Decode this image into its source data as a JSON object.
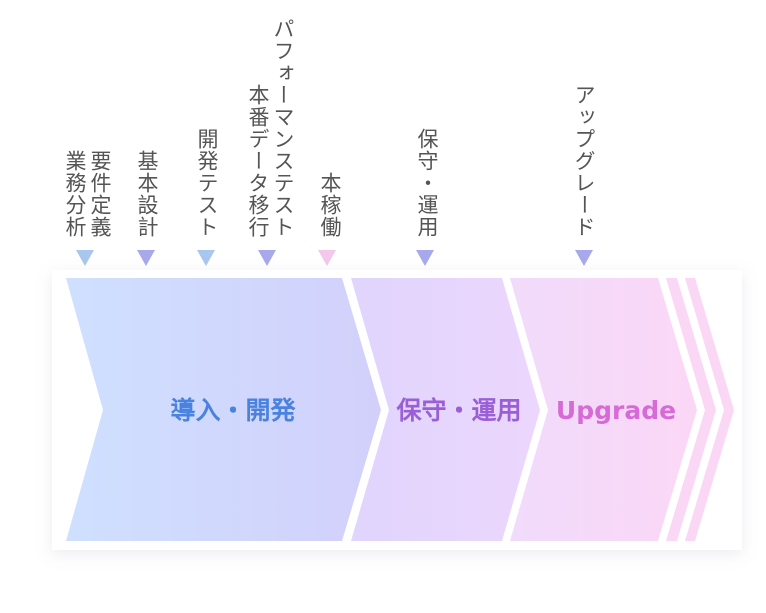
{
  "steps": [
    {
      "lines": [
        "要件定義",
        "業務分析"
      ],
      "marker_color": "#a9c7ee"
    },
    {
      "lines": [
        "基本設計"
      ],
      "marker_color": "#a8a8ec"
    },
    {
      "lines": [
        "開発テスト"
      ],
      "marker_color": "#a9c7ee"
    },
    {
      "lines": [
        "パフォーマンステスト",
        "本番データ移行"
      ],
      "marker_color": "#a8a8ec"
    },
    {
      "lines": [
        "本稼働"
      ],
      "marker_color": "#f3c8ec"
    },
    {
      "lines": [
        "保守・運用"
      ],
      "marker_color": "#a8a8ec"
    },
    {
      "lines": [
        "アップグレード"
      ],
      "marker_color": "#a8a8ec"
    }
  ],
  "phases": [
    {
      "label": "導入・開発",
      "text_color": "#4a82e0",
      "fill_from": "#cfe0ff",
      "fill_to": "#d2d0fb"
    },
    {
      "label": "保守・運用",
      "text_color": "#9a5fd6",
      "fill_from": "#e0d5fd",
      "fill_to": "#ecd6fd"
    },
    {
      "label": "Upgrade",
      "text_color": "#d66ad6",
      "fill_from": "#f1dbfb",
      "fill_to": "#fbd7f6"
    }
  ],
  "tail_color": "#fbd7f6"
}
